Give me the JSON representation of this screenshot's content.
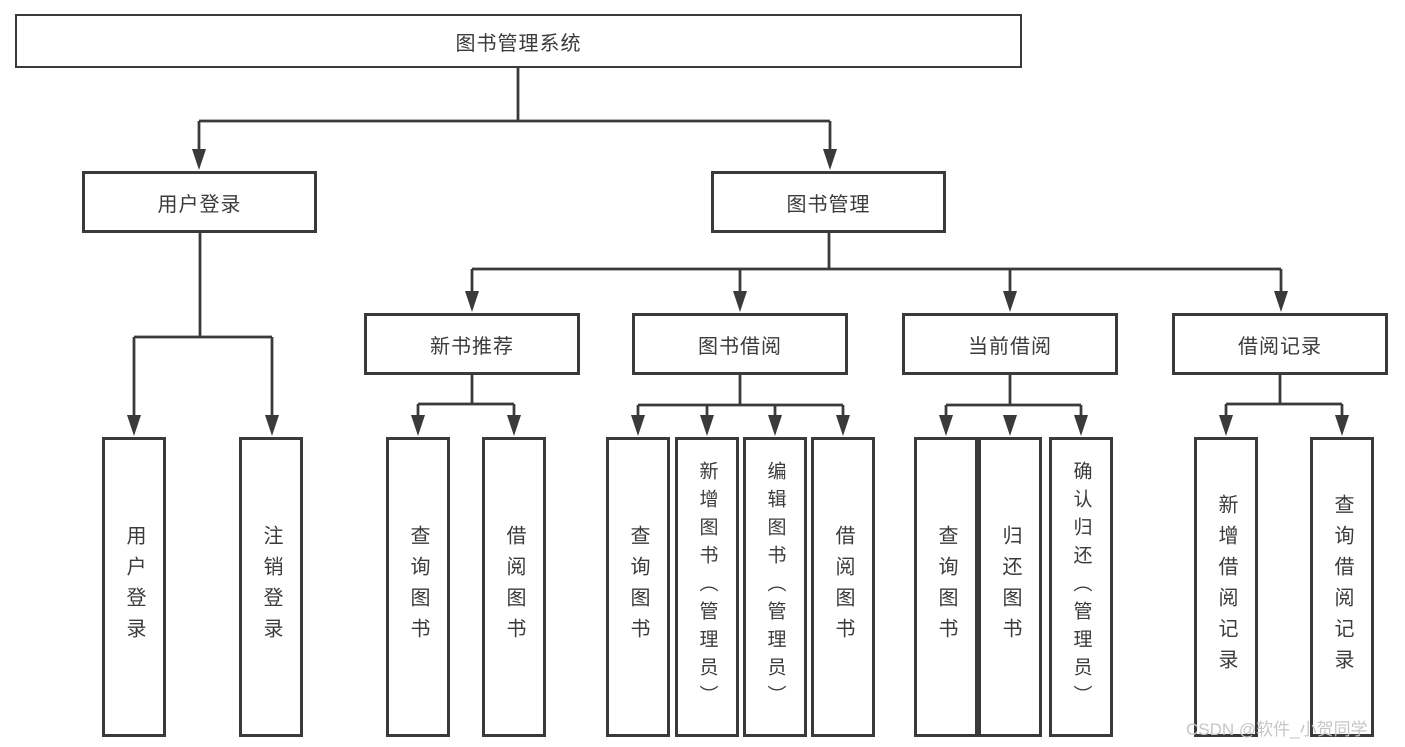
{
  "nodes": {
    "root": "图书管理系统",
    "user_login": "用户登录",
    "book_mgmt": "图书管理",
    "new_books": "新书推荐",
    "book_borrow": "图书借阅",
    "current_borrow": "当前借阅",
    "borrow_records": "借阅记录"
  },
  "leaves": {
    "user_login": [
      "用户登录",
      "注销登录"
    ],
    "new_books": [
      "查询图书",
      "借阅图书"
    ],
    "book_borrow": [
      "查询图书",
      "新增图书（管理员）",
      "编辑图书（管理员）",
      "借阅图书"
    ],
    "current_borrow": [
      "查询图书",
      "归还图书",
      "确认归还（管理员）"
    ],
    "borrow_records": [
      "新增借阅记录",
      "查询借阅记录"
    ]
  },
  "watermark": "CSDN @软件_小贺同学",
  "colors": {
    "line": "#3a3a3a",
    "box_border": "#3a3a3a",
    "box_fill": "#ffffff",
    "text": "#3b3b3b",
    "background": "#ffffff",
    "watermark": "#c6c6c6"
  }
}
